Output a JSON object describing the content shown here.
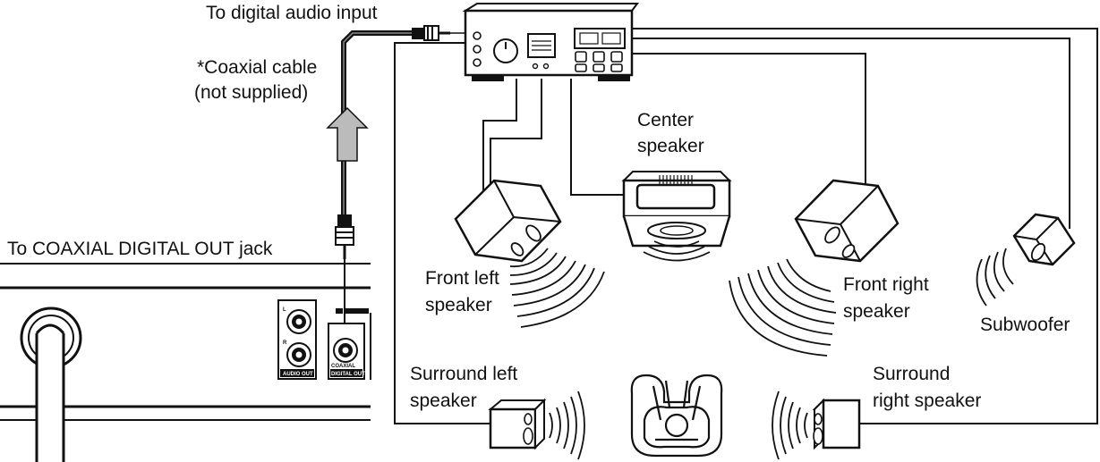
{
  "labels": {
    "to_digital_audio_input": "To digital audio input",
    "coaxial_cable_line1": "*Coaxial cable",
    "coaxial_cable_line2": "(not supplied)",
    "to_coaxial_digital_out": "To COAXIAL DIGITAL OUT jack",
    "center_speaker_line1": "Center",
    "center_speaker_line2": "speaker",
    "front_left_line1": "Front left",
    "front_left_line2": "speaker",
    "front_right_line1": "Front right",
    "front_right_line2": "speaker",
    "subwoofer": "Subwoofer",
    "surround_left_line1": "Surround left",
    "surround_left_line2": "speaker",
    "surround_right_line1": "Surround",
    "surround_right_line2": "right speaker"
  },
  "player_panel": {
    "audio_out": "AUDIO OUT",
    "coaxial": "COAXIAL",
    "digital_out": "DIGITAL OUT",
    "left_channel": "L",
    "right_channel": "R"
  },
  "colors": {
    "line": "#111111",
    "background": "#ffffff",
    "arrow_fill": "#bbbbbb"
  }
}
